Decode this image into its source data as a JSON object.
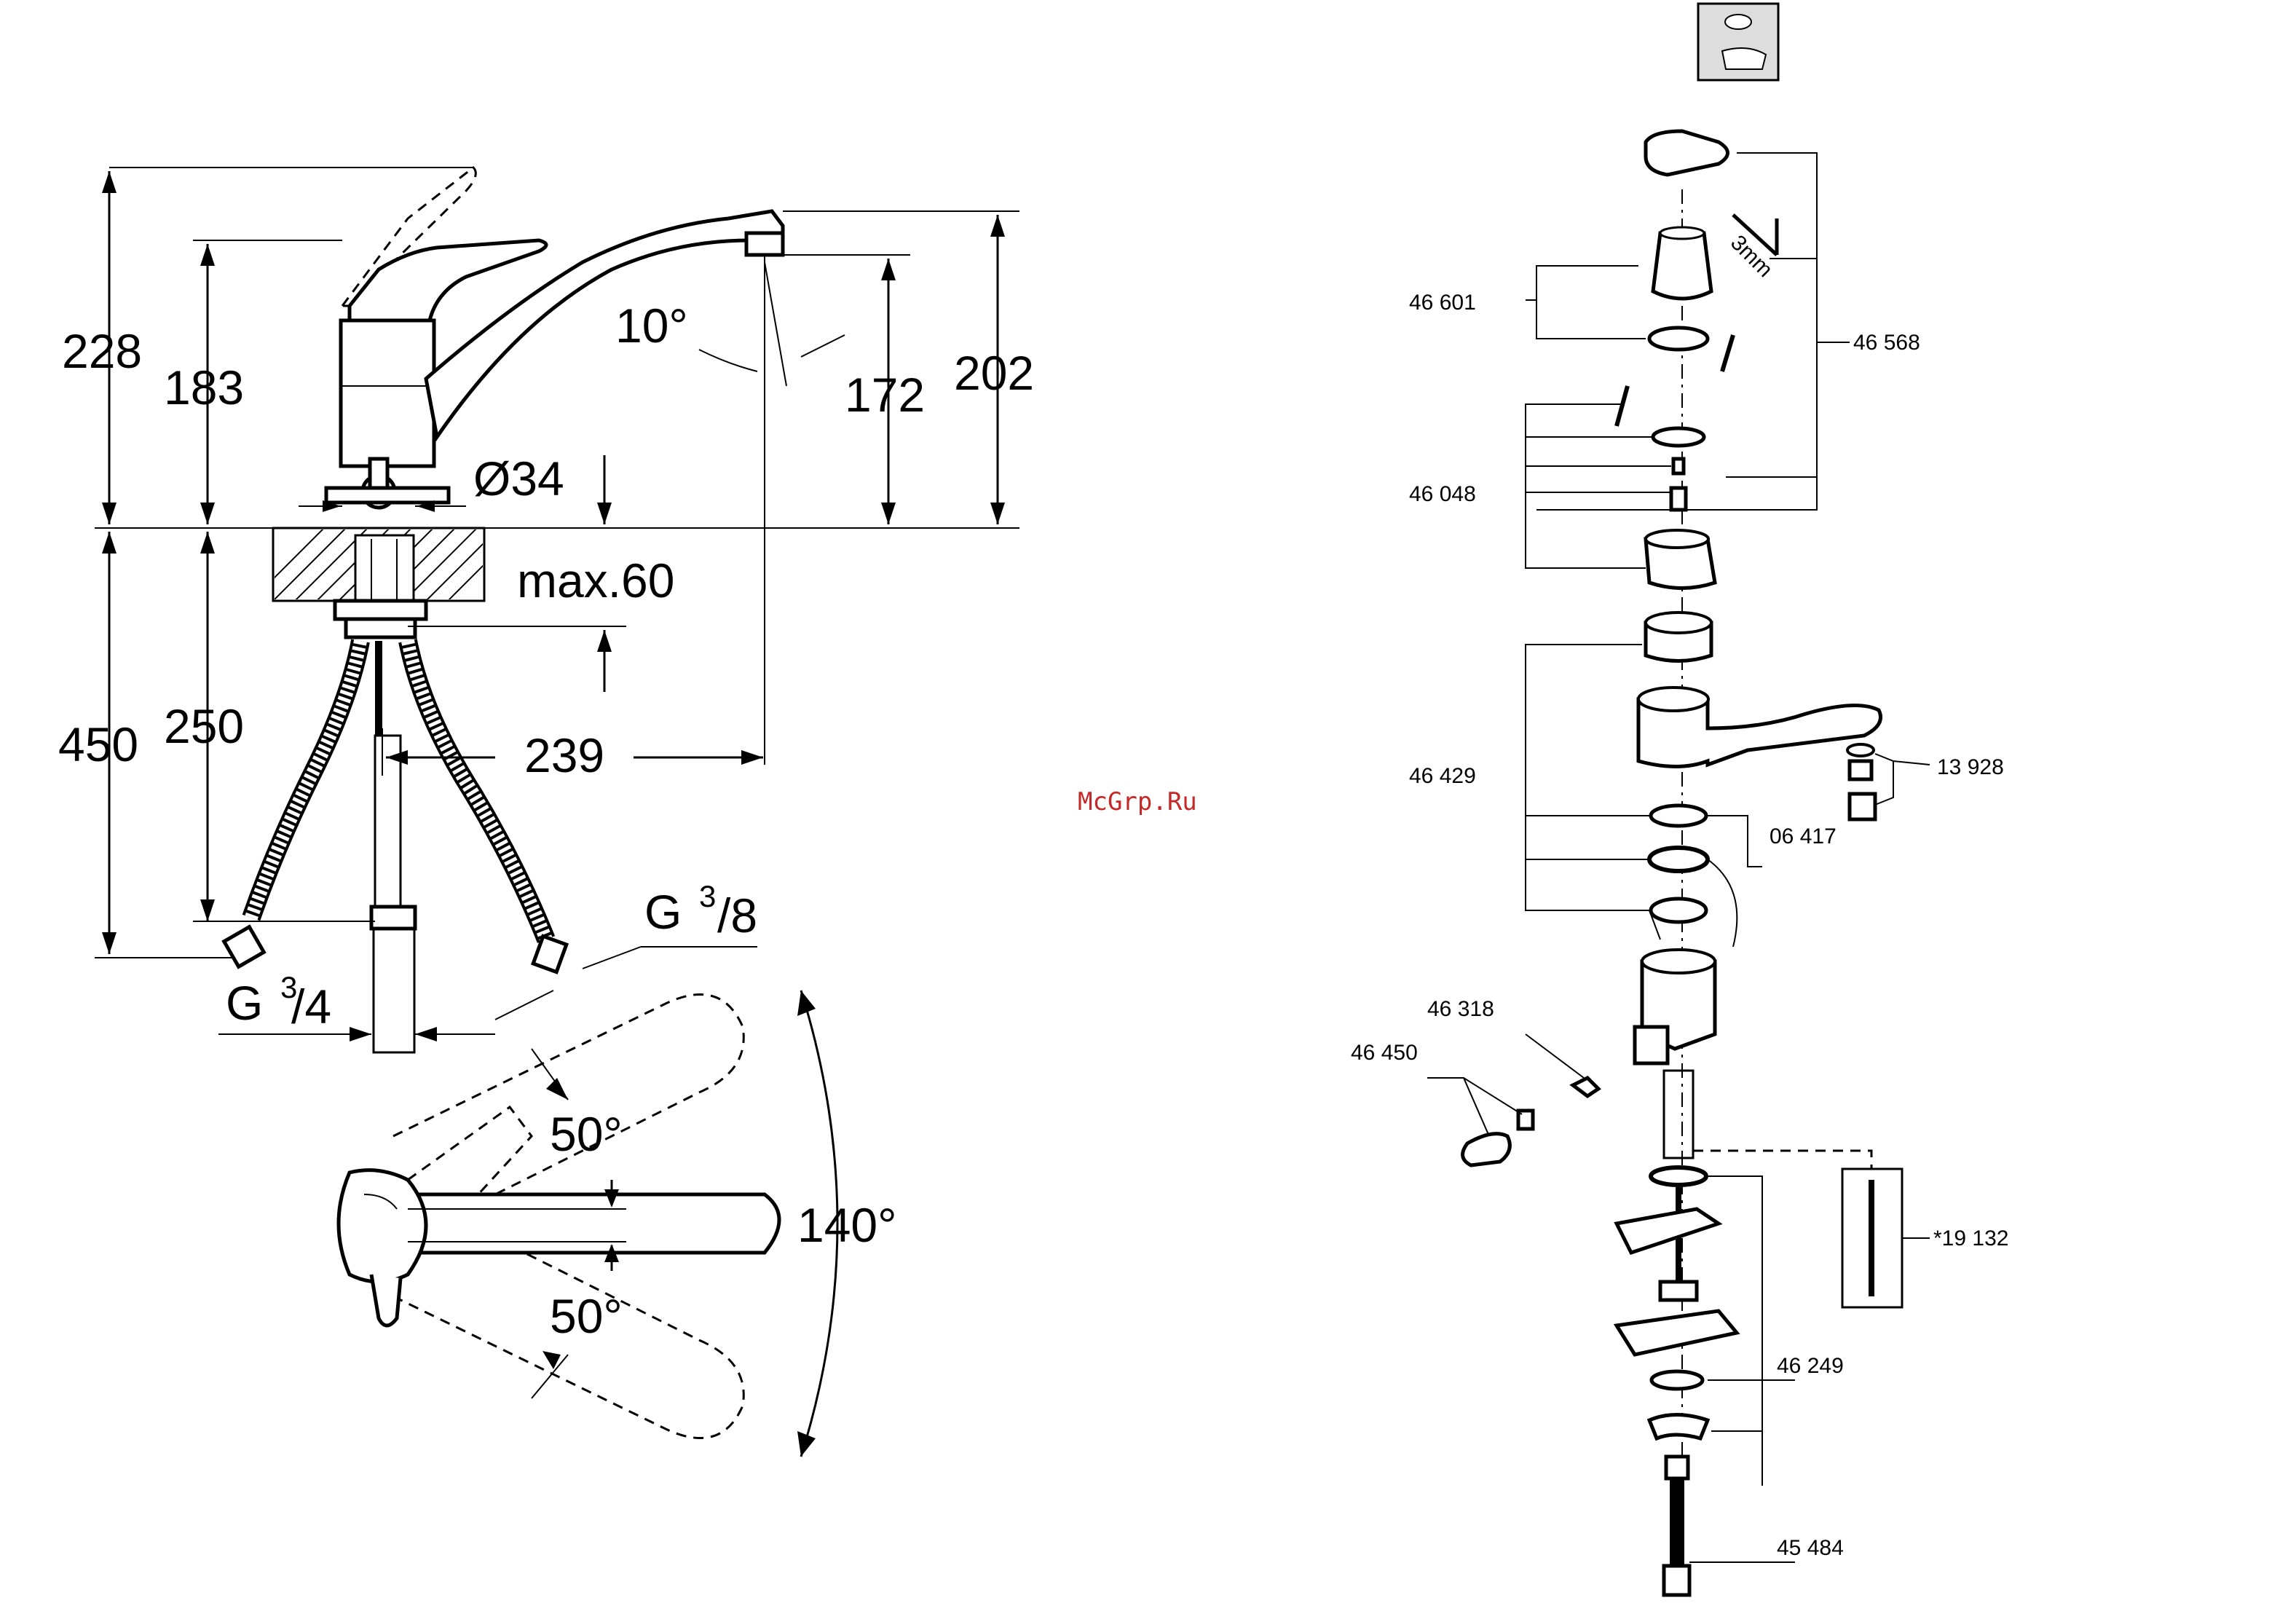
{
  "dimensions": {
    "d228": "228",
    "d183": "183",
    "d10deg": "10°",
    "d172": "172",
    "d202": "202",
    "d34": "Ø34",
    "dmax60": "max.60",
    "d450": "450",
    "d250": "250",
    "d239": "239",
    "g38_base": "G",
    "g38_num": "3",
    "g38_den": "/8",
    "g34_base": "G",
    "g34_num": "3",
    "g34_den": "/4",
    "a50_top": "50°",
    "a50_bottom": "50°",
    "a140": "140°"
  },
  "parts": {
    "p46601": "46 601",
    "p46568": "46 568",
    "p46048": "46 048",
    "p46429": "46 429",
    "p13928": "13 928",
    "p06417": "06 417",
    "p46318": "46 318",
    "p46450": "46 450",
    "p19132": "*19 132",
    "p46249": "46 249",
    "p45484": "45 484",
    "hex_key": "3mm"
  },
  "watermark": "McGrp.Ru"
}
